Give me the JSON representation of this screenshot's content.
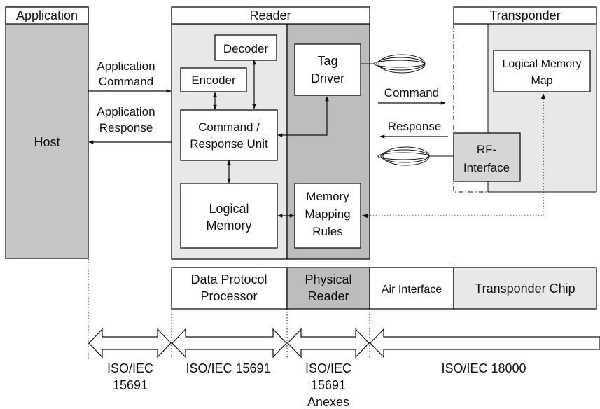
{
  "colors": {
    "host_fill": "#c6c6c6",
    "reader_light": "#e8e8e8",
    "reader_dark": "#bdbdbd",
    "transponder_fill": "#e8e8e8",
    "rf_fill": "#d6d6d6",
    "box_fill": "#ffffff",
    "physical_reader_fill": "#bdbdbd",
    "transponder_chip_fill": "#e8e8e8",
    "line": "#111111"
  },
  "blocks": {
    "application_title": "Application",
    "host": "Host",
    "reader_title": "Reader",
    "transponder_title": "Transponder",
    "decoder": "Decoder",
    "encoder": "Encoder",
    "command_response_unit": [
      "Command /",
      "Response Unit"
    ],
    "logical_memory": [
      "Logical",
      "Memory"
    ],
    "tag_driver": [
      "Tag",
      "Driver"
    ],
    "memory_mapping_rules": [
      "Memory",
      "Mapping",
      "Rules"
    ],
    "logical_memory_map": [
      "Logical Memory",
      "Map"
    ],
    "rf_interface": [
      "RF-",
      "Interface"
    ]
  },
  "signals": {
    "application_command": [
      "Application",
      "Command"
    ],
    "application_response": [
      "Application",
      "Response"
    ],
    "command": "Command",
    "response": "Response"
  },
  "layers": {
    "data_protocol_processor": [
      "Data Protocol",
      "Processor"
    ],
    "physical_reader": [
      "Physical",
      "Reader"
    ],
    "air_interface": "Air Interface",
    "transponder_chip": "Transponder Chip"
  },
  "standards": {
    "host_reader": [
      "ISO/IEC",
      "15691"
    ],
    "data_protocol": "ISO/IEC 15691",
    "physical_reader": [
      "ISO/IEC",
      "15691",
      "Anexes"
    ],
    "air_interface": "ISO/IEC 18000"
  }
}
